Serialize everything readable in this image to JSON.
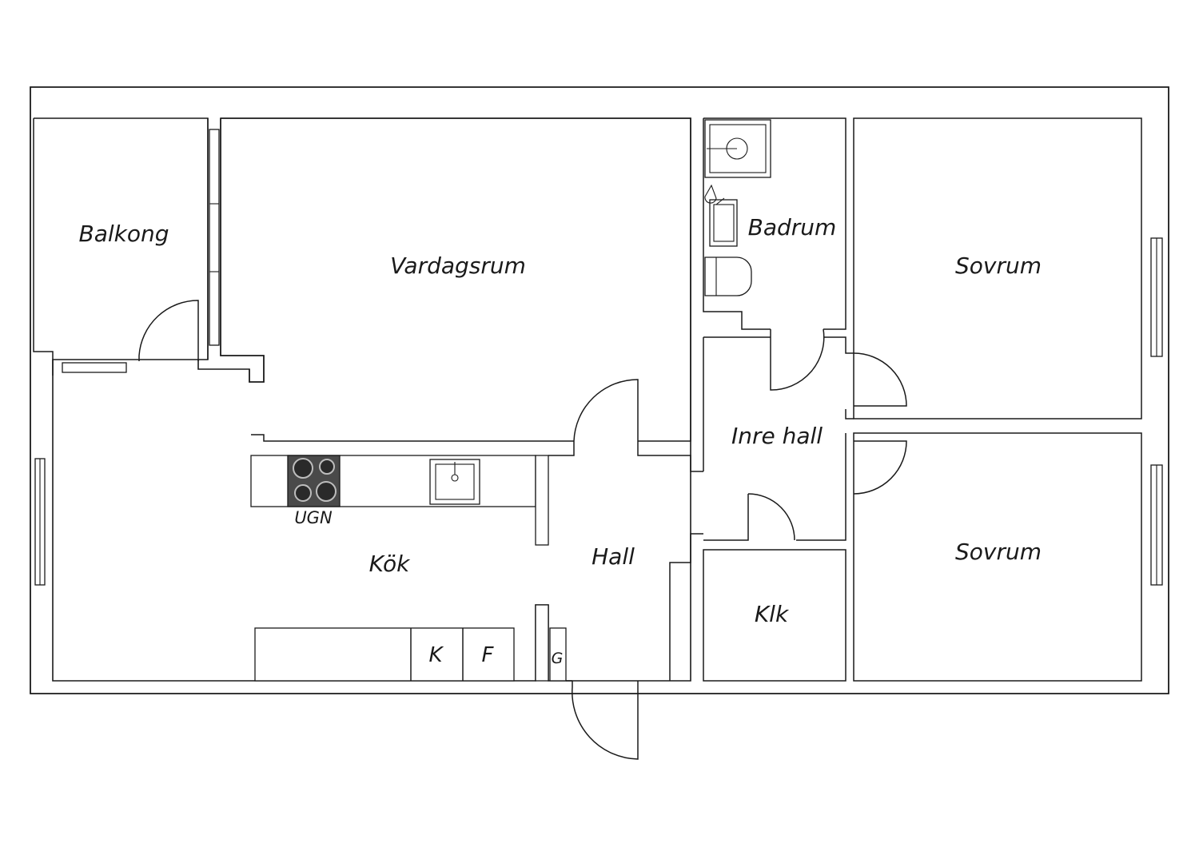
{
  "rooms": {
    "balkong": "Balkong",
    "vardagsrum": "Vardagsrum",
    "badrum": "Badrum",
    "sovrum_1": "Sovrum",
    "sovrum_2": "Sovrum",
    "inre_hall": "Inre hall",
    "kok": "Kök",
    "hall": "Hall",
    "klk": "Klk"
  },
  "fixtures": {
    "stove": "UGN",
    "fridge": "K",
    "freezer": "F",
    "g": "G"
  },
  "colors": {
    "line": "#1a1a1a",
    "stove_fill": "#4a4a4a",
    "background": "#ffffff"
  }
}
